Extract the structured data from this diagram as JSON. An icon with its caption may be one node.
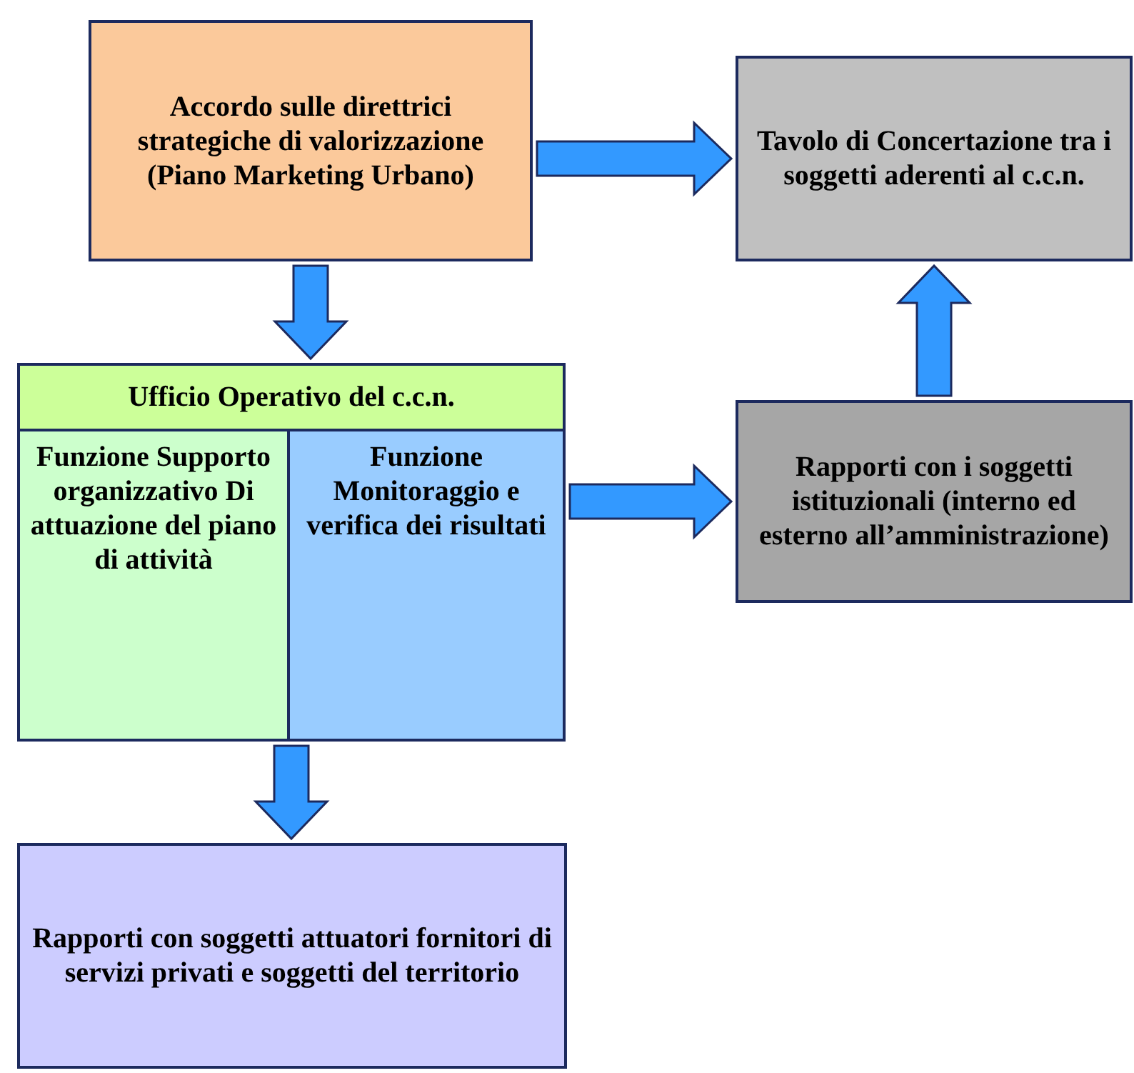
{
  "diagram": {
    "nodes": [
      {
        "text": [
          "Accordo sulle direttrici strategiche di valorizzazione (Piano Marketing Urbano)"
        ]
      },
      {
        "text": [
          "Tavolo di Concertazione tra i soggetti aderenti al c.c.n."
        ]
      },
      {
        "text": [
          "Ufficio Operativo del c.c.n."
        ]
      },
      {
        "text": [
          "Funzione Supporto organizzativo Di attuazione del piano di attività"
        ],
        "in": 2
      },
      {
        "text": [
          "Funzione Monitoraggio e verifica dei risultati"
        ],
        "in": 2
      },
      {
        "text": [
          "Rapporti con i soggetti istituzionali (interno ed esterno all’amministrazione)"
        ]
      },
      {
        "text": [
          "Rapporti con soggetti attuatori fornitori di servizi privati e soggetti del territorio"
        ]
      }
    ],
    "edges": [
      {
        "from": 0,
        "to": 1,
        "arrow": "to"
      },
      {
        "from": 0,
        "to": 2,
        "arrow": "to"
      },
      {
        "from": 2,
        "to": 5,
        "arrow": "to"
      },
      {
        "from": 5,
        "to": 1,
        "arrow": "to"
      },
      {
        "from": 2,
        "to": 6,
        "arrow": "to"
      }
    ]
  }
}
